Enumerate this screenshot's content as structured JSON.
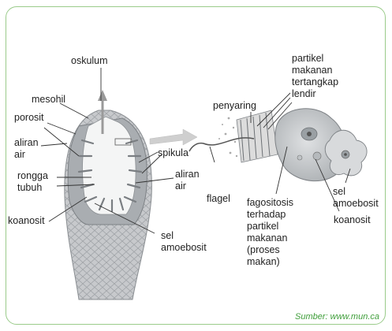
{
  "labels": {
    "oskulum": "oskulum",
    "mesohil": "mesohil",
    "porosit": "porosit",
    "aliran_air_left": "aliran\nair",
    "rongga_tubuh": "rongga\ntubuh",
    "koanosit_left": "koanosit",
    "sel_amoebosit_left": "sel\namoebosit",
    "spikula": "spikula",
    "aliran_air_mid": "aliran\nair",
    "flagel": "flagel",
    "penyaring": "penyaring",
    "partikel_makanan": "partikel\nmakanan\ntertangkap\nlendir",
    "fagositosis": "fagositosis\nterhadap\npartikel\nmakanan\n(proses\nmakan)",
    "koanosit_right": "koanosit",
    "sel_amoebosit_right": "sel\namoebosit"
  },
  "source": "Sumber: www.mun.ca",
  "colors": {
    "border": "#9acb8a",
    "source_text": "#3f9e3a",
    "sponge_body": "#b9bcbf",
    "sponge_dark": "#7e8286",
    "arrow": "#c8c8c8"
  }
}
